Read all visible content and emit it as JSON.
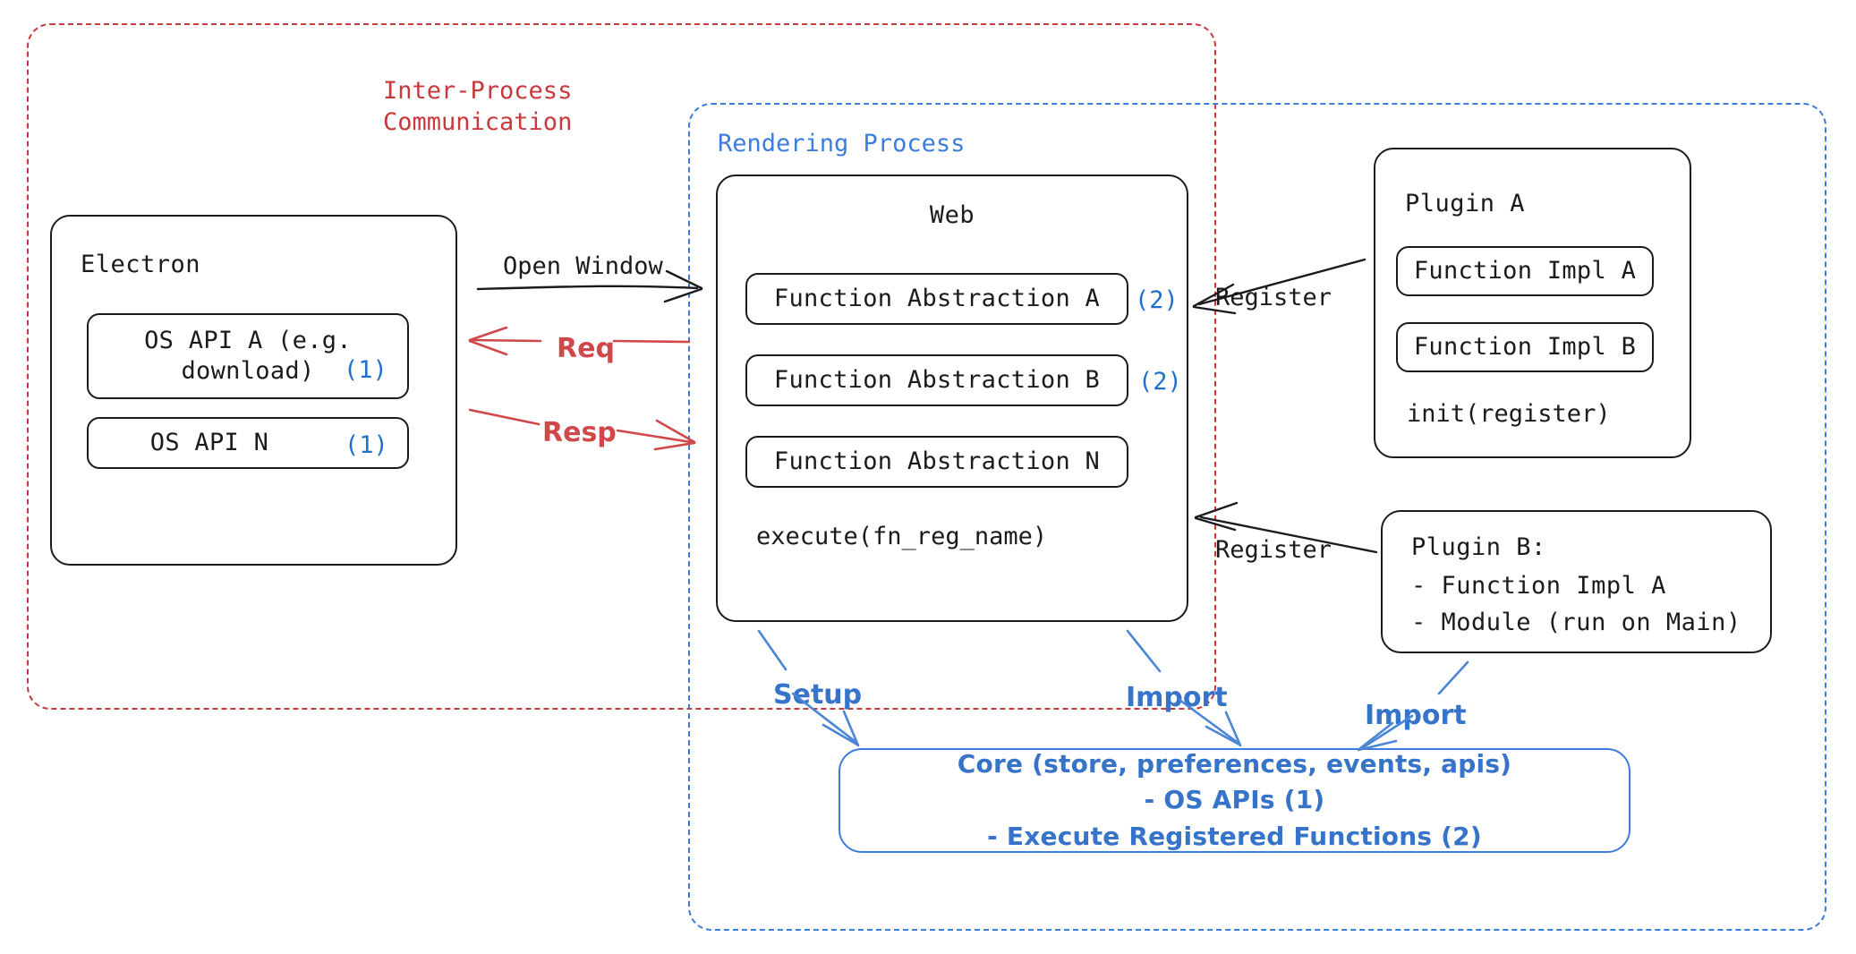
{
  "diagram": {
    "title": "Electron plugin architecture",
    "colors": {
      "ipc_red": "#c8383c",
      "process_blue": "#3b7ddd",
      "accent_blue": "#1f6fcc",
      "ink": "#1b1b1f"
    }
  },
  "regions": {
    "ipc": {
      "label": "Inter-Process\nCommunication"
    },
    "rendering": {
      "label": "Rendering Process"
    }
  },
  "electron": {
    "title": "Electron",
    "apis": [
      {
        "label": "OS API A (e.g.\ndownload)",
        "marker": "(1)"
      },
      {
        "label": "OS API N",
        "marker": "(1)"
      }
    ]
  },
  "web": {
    "title": "Web",
    "abstractions": [
      {
        "label": "Function Abstraction A",
        "marker": "(2)"
      },
      {
        "label": "Function Abstraction B",
        "marker": "(2)"
      },
      {
        "label": "Function Abstraction N",
        "marker": ""
      }
    ],
    "footer": "execute(fn_reg_name)"
  },
  "plugin_a": {
    "title": "Plugin A",
    "items": [
      {
        "label": "Function Impl A"
      },
      {
        "label": "Function Impl B"
      }
    ],
    "footer": "init(register)"
  },
  "plugin_b": {
    "title": "Plugin B:",
    "lines": [
      "- Function Impl A",
      "- Module (run on Main)"
    ]
  },
  "core": {
    "text": "Core (store, preferences, events, apis)\n- OS APIs (1)\n- Execute Registered Functions (2)"
  },
  "edges": [
    {
      "id": "open-window",
      "label": "Open Window",
      "style": "dark"
    },
    {
      "id": "req",
      "label": "Req",
      "style": "red"
    },
    {
      "id": "resp",
      "label": "Resp",
      "style": "red"
    },
    {
      "id": "register-a",
      "label": "Register",
      "style": "dark"
    },
    {
      "id": "register-b",
      "label": "Register",
      "style": "dark"
    },
    {
      "id": "setup",
      "label": "Setup",
      "style": "blue"
    },
    {
      "id": "import-web",
      "label": "Import",
      "style": "blue"
    },
    {
      "id": "import-plugin",
      "label": "Import",
      "style": "blue"
    }
  ]
}
